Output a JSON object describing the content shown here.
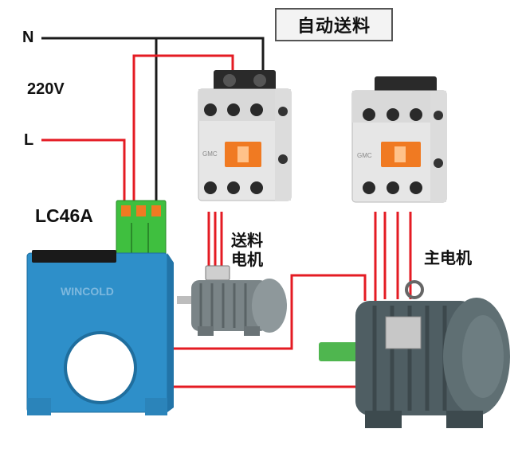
{
  "labels": {
    "title": "自动送料",
    "n": "N",
    "voltage": "220V",
    "l": "L",
    "controller": "LC46A",
    "feed_motor_1": "送料",
    "feed_motor_2": "电机",
    "main_motor": "主电机",
    "brand": "WINCOLD",
    "contactor_model": "GMC"
  },
  "colors": {
    "wire_red": "#e41b23",
    "wire_black": "#1a1a1a",
    "ct_blue": "#2e8fc9",
    "terminal_green": "#3fbf3f",
    "contactor_body": "#e6e6e6",
    "contactor_orange": "#f07a22",
    "motor_body": "#5f6f73"
  }
}
